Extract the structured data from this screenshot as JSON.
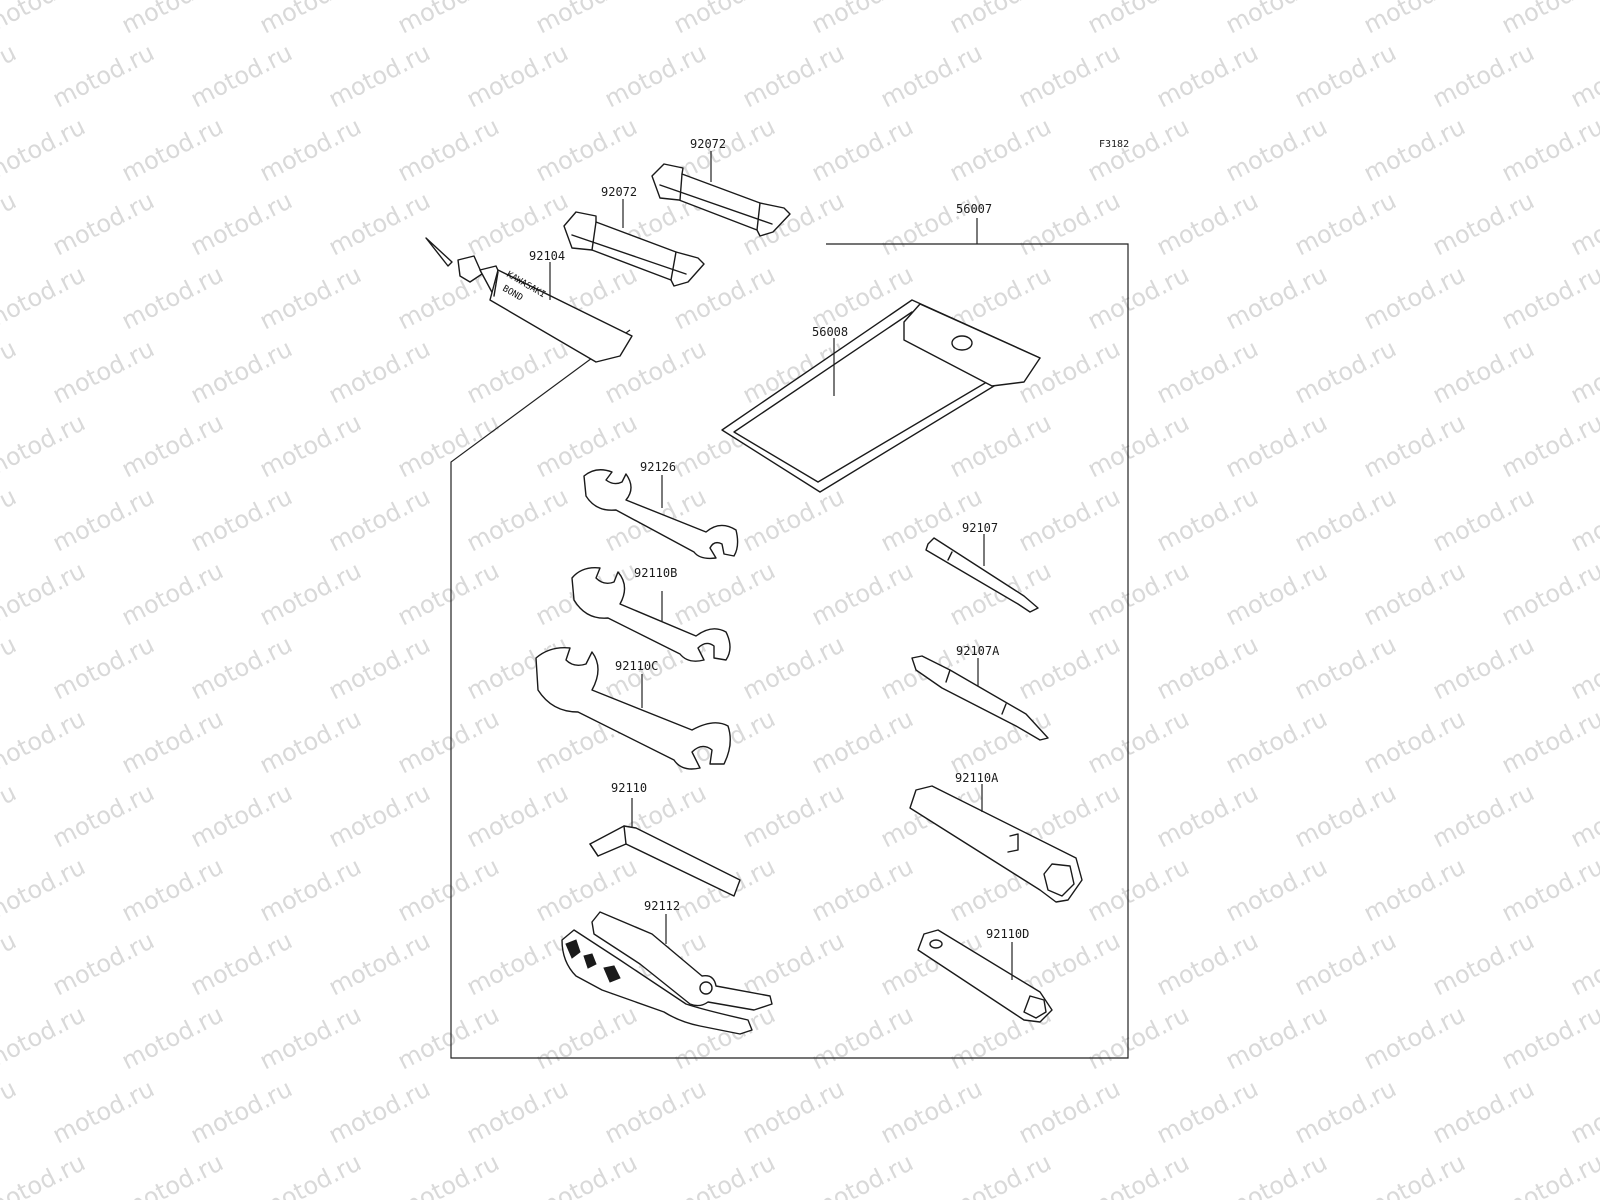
{
  "watermark": "motod.ru",
  "figure_code": "F3182",
  "kit_label": "56007",
  "tube_text": [
    "KAWASAKI",
    "BOND"
  ],
  "parts": [
    {
      "id": "92072-a",
      "label": "92072"
    },
    {
      "id": "92072-b",
      "label": "92072"
    },
    {
      "id": "92104",
      "label": "92104"
    },
    {
      "id": "56008",
      "label": "56008"
    },
    {
      "id": "92126",
      "label": "92126"
    },
    {
      "id": "92110b",
      "label": "92110B"
    },
    {
      "id": "92110c",
      "label": "92110C"
    },
    {
      "id": "92110",
      "label": "92110"
    },
    {
      "id": "92112",
      "label": "92112"
    },
    {
      "id": "92107",
      "label": "92107"
    },
    {
      "id": "92107a",
      "label": "92107A"
    },
    {
      "id": "92110a",
      "label": "92110A"
    },
    {
      "id": "92110d",
      "label": "92110D"
    }
  ]
}
